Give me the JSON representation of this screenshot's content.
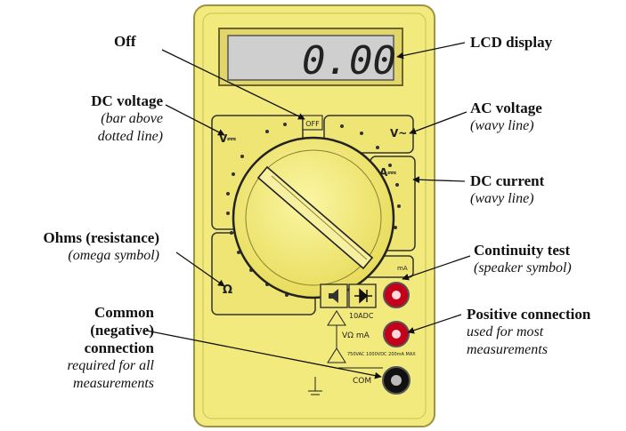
{
  "lcd_reading": "0.00",
  "labels": {
    "off": {
      "title": "Off"
    },
    "lcd": {
      "title": "LCD display"
    },
    "dcv": {
      "title": "DC voltage",
      "sub1": "(bar above",
      "sub2": "dotted line)"
    },
    "acv": {
      "title": "AC voltage",
      "sub1": "(wavy line)"
    },
    "dca": {
      "title": "DC current",
      "sub1": "(wavy line)"
    },
    "ohms": {
      "title": "Ohms (resistance)",
      "sub1": "(omega symbol)"
    },
    "cont": {
      "title": "Continuity test",
      "sub1": "(speaker symbol)"
    },
    "common": {
      "title1": "Common",
      "title2": "(negative)",
      "title3": "connection",
      "sub1": "required for all",
      "sub2": "measurements"
    },
    "positive": {
      "title": "Positive connection",
      "sub1": "used for most",
      "sub2": "measurements"
    }
  },
  "meter": {
    "off": "OFF",
    "v_dc": "V⎓",
    "v_ac": "V~",
    "a_dc": "A⎓",
    "ohm": "Ω",
    "ten_adc": "10ADC",
    "v_ohm_ma": "VΩ mA",
    "com": "COM",
    "ma": "mA",
    "warn": "750VAC 1000VDC 200mA MAX"
  },
  "colors": {
    "body": "#f2ea7c",
    "body_edge": "#9c9440",
    "lcd": "#cfcfcf",
    "red_jack": "#c4001a",
    "black_jack": "#111111"
  }
}
